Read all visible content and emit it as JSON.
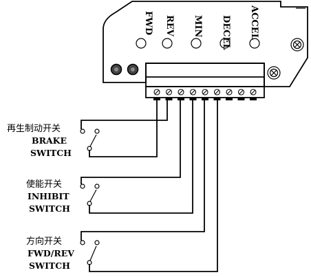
{
  "indicators": [
    {
      "label": "FWD"
    },
    {
      "label": "REV"
    },
    {
      "label": "MIN"
    },
    {
      "label": "DECEL"
    },
    {
      "label": "ACCEL"
    }
  ],
  "switches": [
    {
      "cn": "再生制动开关",
      "en_line1": "BRAKE",
      "en_line2": "SWITCH"
    },
    {
      "cn": "使能开关",
      "en_line1": "INHIBIT",
      "en_line2": "SWITCH"
    },
    {
      "cn": "方向开关",
      "en_line1": "FWD/REV",
      "en_line2": "SWITCH"
    }
  ],
  "terminal_count": 9
}
